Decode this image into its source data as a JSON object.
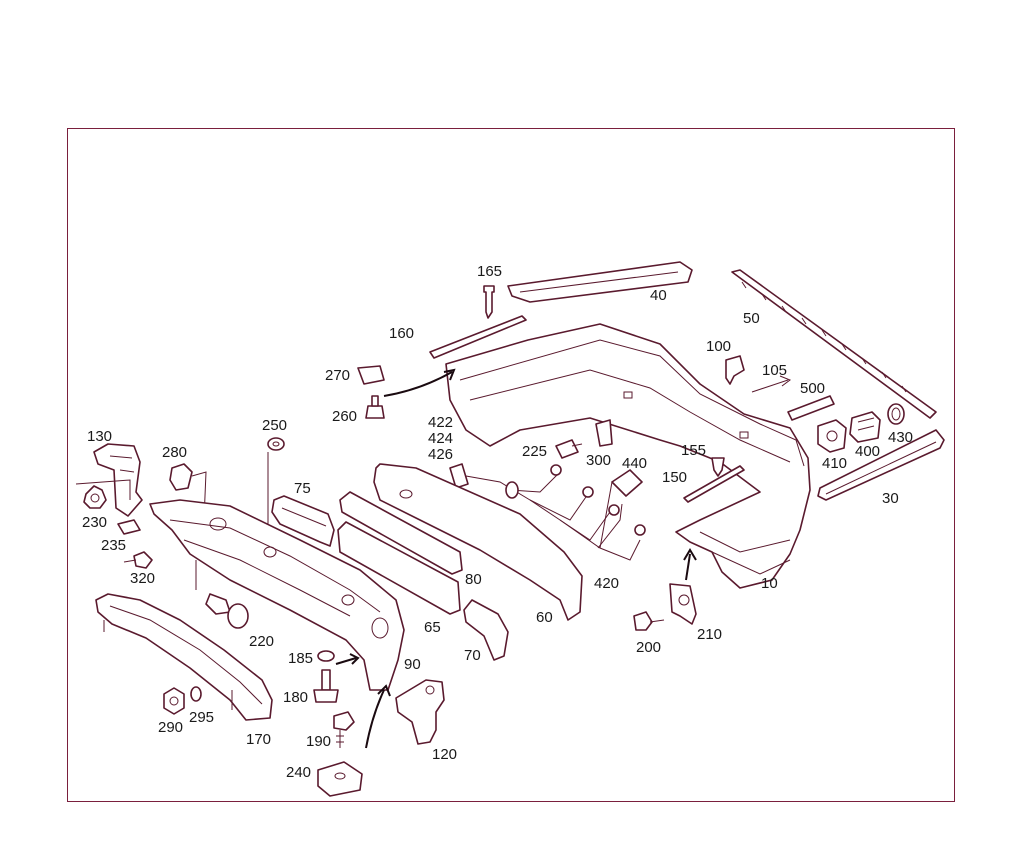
{
  "colors": {
    "frame": "#7a1f3d",
    "line": "#5a1a2e",
    "shade": "#e9d6dc"
  },
  "labels": {
    "l10": "10",
    "l30": "30",
    "l40": "40",
    "l50": "50",
    "l60": "60",
    "l65": "65",
    "l70": "70",
    "l75": "75",
    "l80": "80",
    "l90": "90",
    "l100": "100",
    "l105": "105",
    "l120": "120",
    "l130": "130",
    "l150": "150",
    "l155": "155",
    "l160": "160",
    "l165": "165",
    "l170": "170",
    "l180": "180",
    "l185": "185",
    "l190": "190",
    "l200": "200",
    "l210": "210",
    "l220": "220",
    "l225": "225",
    "l230": "230",
    "l235": "235",
    "l240": "240",
    "l250": "250",
    "l260": "260",
    "l270": "270",
    "l280": "280",
    "l290": "290",
    "l295": "295",
    "l300": "300",
    "l320": "320",
    "l400": "400",
    "l410": "410",
    "l420": "420",
    "l422": "422",
    "l424": "424",
    "l426": "426",
    "l430": "430",
    "l440": "440",
    "l500": "500"
  }
}
